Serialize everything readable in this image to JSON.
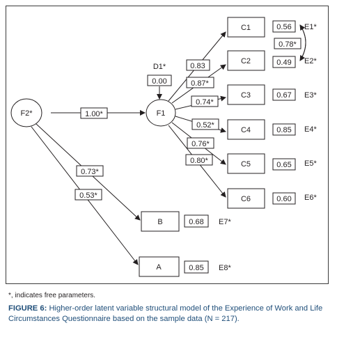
{
  "diagram": {
    "nodes": {
      "F2": "F2*",
      "F1": "F1",
      "D1": "D1*",
      "C1": "C1",
      "C2": "C2",
      "C3": "C3",
      "C4": "C4",
      "C5": "C5",
      "C6": "C6",
      "A": "A",
      "B": "B"
    },
    "disturbance_value": "0.00",
    "path_F2_F1": "1.00*",
    "path_F2_B": "0.73*",
    "path_F2_A": "0.53*",
    "loadings": {
      "C1": "0.83",
      "C2": "0.87*",
      "C3": "0.74*",
      "C4": "0.52*",
      "C5": "0.76*",
      "C6": "0.80*"
    },
    "error_values": {
      "C1": "0.56",
      "C2": "0.49",
      "C3": "0.67",
      "C4": "0.85",
      "C5": "0.65",
      "C6": "0.60",
      "B": "0.68",
      "A": "0.85"
    },
    "error_labels": {
      "C1": "E1*",
      "C2": "E2*",
      "C3": "E3*",
      "C4": "E4*",
      "C5": "E5*",
      "C6": "E6*",
      "B": "E7*",
      "A": "E8*"
    },
    "error_covariance": "0.78*"
  },
  "footnote": "*, indicates free parameters.",
  "caption": {
    "label": "FIGURE 6:",
    "text": "Higher-order latent variable structural model of the Experience of Work and Life Circumstances Questionnaire based on the sample data (",
    "n_text": "N = 217",
    "close": ")."
  },
  "colors": {
    "caption": "#1f4e79",
    "lines": "#231f20"
  }
}
